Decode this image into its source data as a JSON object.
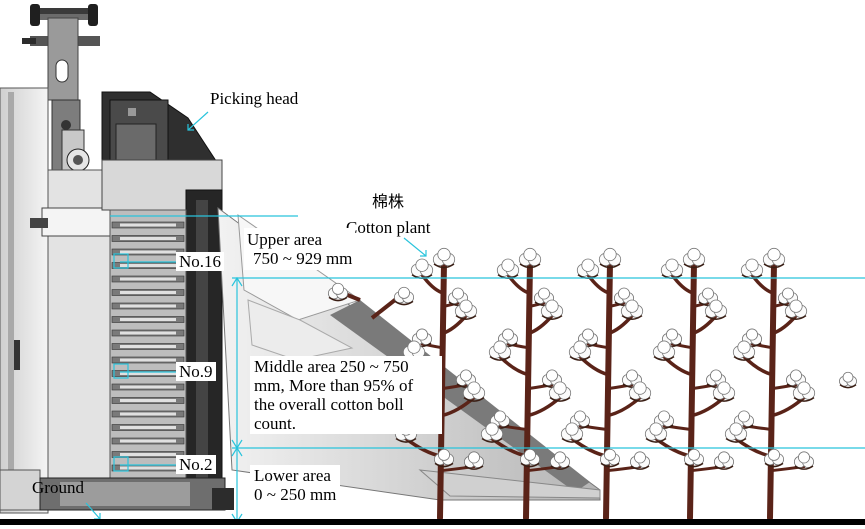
{
  "labels": {
    "picking_head": "Picking head",
    "plant_cn": "棉株",
    "plant_en": "Cotton plant",
    "ground": "Ground",
    "no16": "No.16",
    "no9": "No.9",
    "no2": "No.2"
  },
  "areas": {
    "upper": {
      "line1": "Upper area",
      "line2": "750 ~ 929 mm"
    },
    "middle": {
      "line1": "Middle area 250 ~ 750",
      "line2": "mm, More than 95% of",
      "line3": "the overall cotton boll",
      "line4": "count."
    },
    "lower": {
      "line1": "Lower area",
      "line2": "0 ~ 250 mm"
    }
  },
  "colors": {
    "guide_line": "#29c4dc",
    "stem": "#5a2318",
    "machine_dark": "#2b2b2b",
    "machine_mid": "#8c8c8c",
    "machine_light": "#d9d9d9",
    "ground": "#000000"
  }
}
